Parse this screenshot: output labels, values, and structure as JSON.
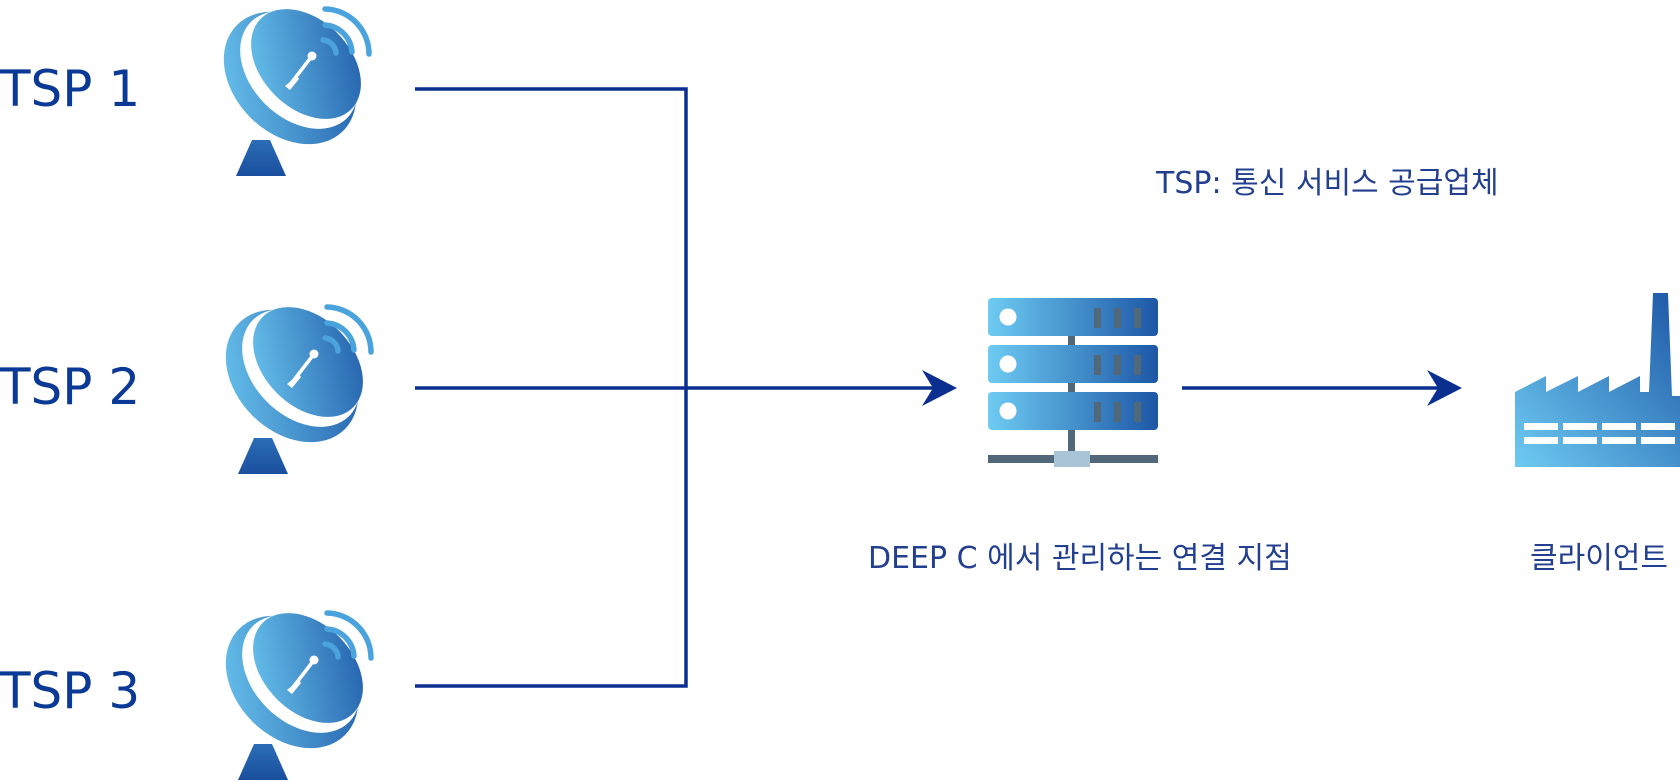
{
  "providers": [
    {
      "label": "TSP 1",
      "icon": "satellite-dish-icon"
    },
    {
      "label": "TSP 2",
      "icon": "satellite-dish-icon"
    },
    {
      "label": "TSP 3",
      "icon": "satellite-dish-icon"
    }
  ],
  "legend_note": "TSP: 통신 서비스 공급업체",
  "hub": {
    "label": "DEEP C 에서 관리하는 연결 지점",
    "icon": "server-rack-icon"
  },
  "client": {
    "label": "클라이언트",
    "icon": "factory-icon"
  },
  "colors": {
    "line": "#0b2f8f",
    "text": "#0b3a96",
    "gradient_light": "#6ecbf2",
    "gradient_dark": "#1d57a6",
    "server_stand": "#50687a"
  }
}
